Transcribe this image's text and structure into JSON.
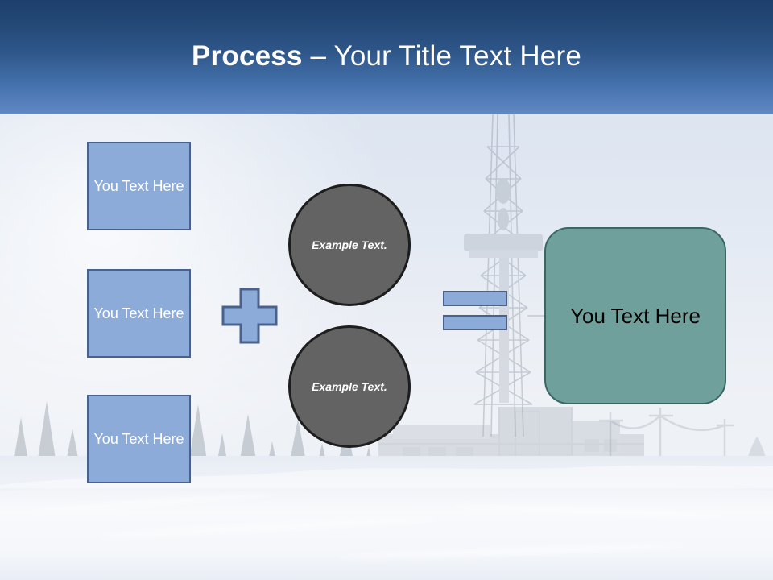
{
  "slide": {
    "title_bold": "Process",
    "title_rest": " – Your Title Text Here",
    "theme": {
      "header_top": "#1d3f6d",
      "header_bottom": "#6189c4",
      "box_blue_fill": "#8cabd8",
      "box_blue_border": "#48618d",
      "circle_fill": "#636363",
      "circle_border": "#1d1d1d",
      "result_fill": "#6fa09b",
      "result_border": "#3b6763",
      "title_color": "#ffffff"
    }
  },
  "inputs": [
    {
      "label": "You Text Here"
    },
    {
      "label": "You Text Here"
    },
    {
      "label": "You Text Here"
    }
  ],
  "operators": {
    "plus": "plus-sign",
    "equals": "equals-sign"
  },
  "modifiers": [
    {
      "label": "Example Text."
    },
    {
      "label": "Example Text."
    }
  ],
  "result": {
    "label": "You Text Here"
  },
  "background": {
    "description": "winter-drilling-rig-photo"
  }
}
